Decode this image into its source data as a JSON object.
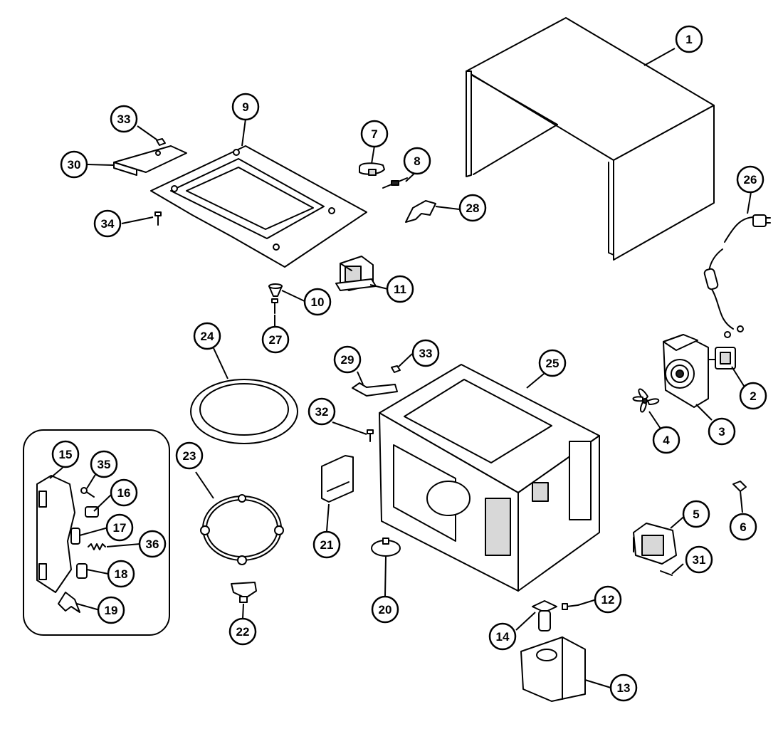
{
  "callouts": [
    {
      "id": "c1",
      "label": "1"
    },
    {
      "id": "c2",
      "label": "2"
    },
    {
      "id": "c3",
      "label": "3"
    },
    {
      "id": "c4",
      "label": "4"
    },
    {
      "id": "c5",
      "label": "5"
    },
    {
      "id": "c6",
      "label": "6"
    },
    {
      "id": "c7",
      "label": "7"
    },
    {
      "id": "c8",
      "label": "8"
    },
    {
      "id": "c9",
      "label": "9"
    },
    {
      "id": "c10",
      "label": "10"
    },
    {
      "id": "c11",
      "label": "11"
    },
    {
      "id": "c12",
      "label": "12"
    },
    {
      "id": "c13",
      "label": "13"
    },
    {
      "id": "c14",
      "label": "14"
    },
    {
      "id": "c15",
      "label": "15"
    },
    {
      "id": "c16",
      "label": "16"
    },
    {
      "id": "c17",
      "label": "17"
    },
    {
      "id": "c18",
      "label": "18"
    },
    {
      "id": "c19",
      "label": "19"
    },
    {
      "id": "c20",
      "label": "20"
    },
    {
      "id": "c21",
      "label": "21"
    },
    {
      "id": "c22",
      "label": "22"
    },
    {
      "id": "c23",
      "label": "23"
    },
    {
      "id": "c24",
      "label": "24"
    },
    {
      "id": "c25",
      "label": "25"
    },
    {
      "id": "c26",
      "label": "26"
    },
    {
      "id": "c27",
      "label": "27"
    },
    {
      "id": "c28",
      "label": "28"
    },
    {
      "id": "c29",
      "label": "29"
    },
    {
      "id": "c30",
      "label": "30"
    },
    {
      "id": "c31",
      "label": "31"
    },
    {
      "id": "c32",
      "label": "32"
    },
    {
      "id": "c33a",
      "label": "33"
    },
    {
      "id": "c33b",
      "label": "33"
    },
    {
      "id": "c34",
      "label": "34"
    },
    {
      "id": "c35",
      "label": "35"
    },
    {
      "id": "c36",
      "label": "36"
    }
  ]
}
